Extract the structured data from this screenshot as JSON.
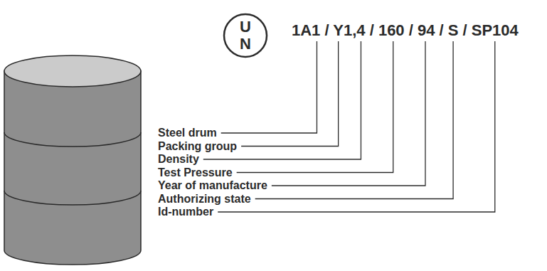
{
  "diagram": {
    "nodes": [
      {
        "text": [
          "U N"
        ]
      }
    ],
    "labels": [
      "1A1 / Y1,4 / 160 / 94 / S / SP104",
      "Steel drum",
      "Packing group",
      "Density",
      "Test Pressure",
      "Year of manufacture",
      "Authorizing state",
      "Id-number"
    ]
  }
}
